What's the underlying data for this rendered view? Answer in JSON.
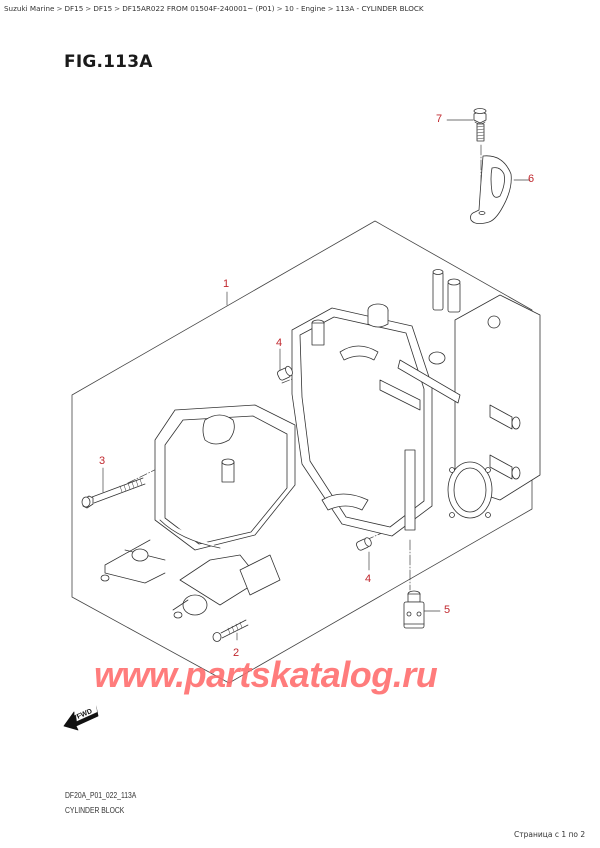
{
  "breadcrumb": {
    "items": [
      {
        "label": "Suzuki Marine"
      },
      {
        "label": "DF15"
      },
      {
        "label": "DF15"
      },
      {
        "label": "DF15AR022 FROM 01504F-240001~ (P01)"
      },
      {
        "label": "10 - Engine"
      },
      {
        "label": "113A - CYLINDER BLOCK"
      }
    ],
    "separator": ">"
  },
  "figure": {
    "title": "FIG.113A",
    "code": "DF20A_P01_022_113A",
    "name": "CYLINDER BLOCK"
  },
  "callouts": [
    {
      "number": "1",
      "part": "cylinder-block-assembly"
    },
    {
      "number": "2",
      "part": "bolt-short"
    },
    {
      "number": "3",
      "part": "bolt-long"
    },
    {
      "number": "4",
      "part": "dowel-pin-upper"
    },
    {
      "number": "4",
      "part": "dowel-pin-lower"
    },
    {
      "number": "5",
      "part": "plug"
    },
    {
      "number": "6",
      "part": "hanger-bracket"
    },
    {
      "number": "7",
      "part": "bolt-hanger"
    }
  ],
  "direction_indicator": {
    "label": "FWD",
    "icon": "fwd-arrow-icon"
  },
  "watermark": {
    "text": "www.partskatalog.ru",
    "color": "#ff6b6b"
  },
  "pager": {
    "text": "Страница с 1 по 2"
  },
  "colors": {
    "callout": "#c0272d",
    "line": "#333333",
    "watermark": "#ff6b6b"
  }
}
